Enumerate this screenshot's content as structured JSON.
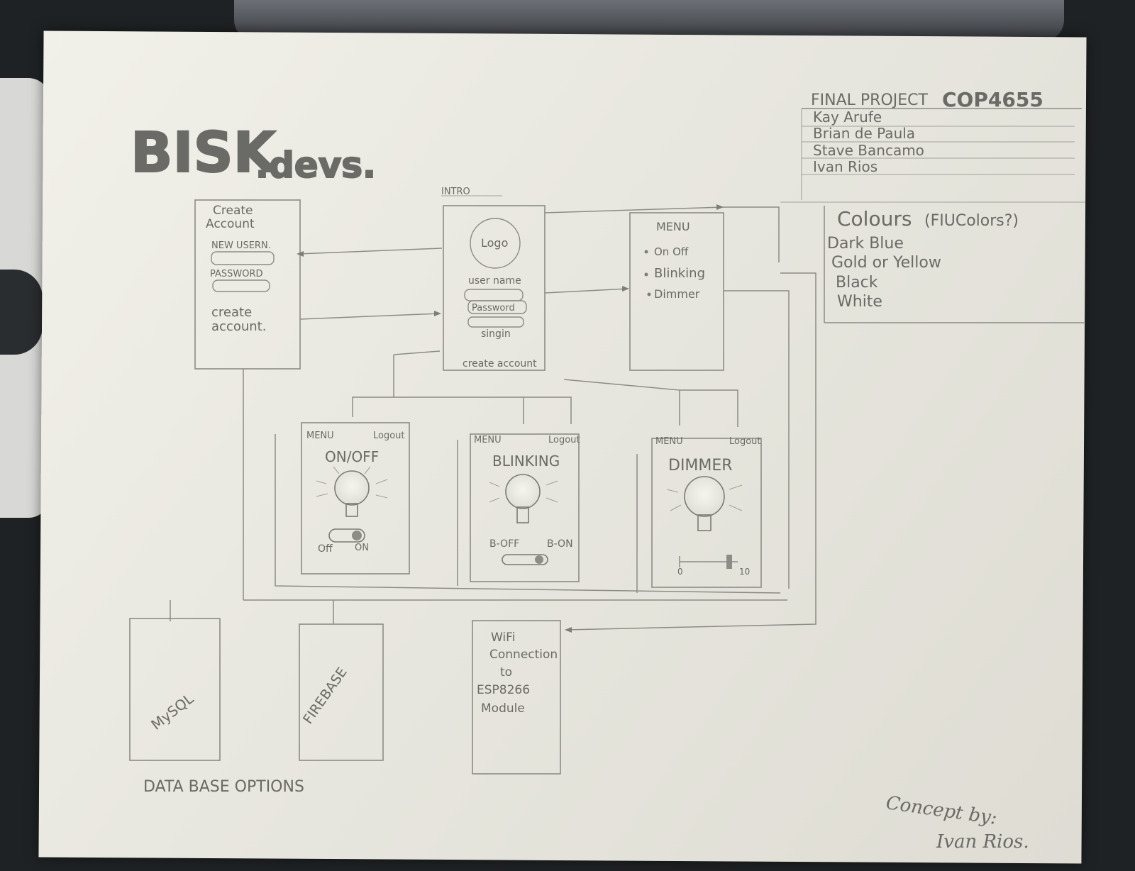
{
  "logo": {
    "brand": "BISK",
    "suffix": ".devs."
  },
  "project": {
    "title": "FINAL PROJECT",
    "course": "COP4655",
    "members": [
      "Kay Arufe",
      "Brian de Paula",
      "Stave Bancamo",
      "Ivan Rios"
    ]
  },
  "colours": {
    "heading": "Colours",
    "note": "(FIUColors?)",
    "items": [
      "Dark Blue",
      "Gold or Yellow",
      "Black",
      "White"
    ]
  },
  "intro": {
    "label": "INTRO",
    "logo": "Logo",
    "username": "user name",
    "password": "Password",
    "signin": "singin",
    "create": "create account"
  },
  "create_account": {
    "title_1": "Create",
    "title_2": "Account",
    "new_user": "NEW USERN.",
    "password": "PASSWORD",
    "button_1": "create",
    "button_2": "account."
  },
  "menu": {
    "title": "MENU",
    "items": [
      "On Off",
      "Blinking",
      "Dimmer"
    ]
  },
  "screens": {
    "menu_label": "MENU",
    "logout_label": "Logout",
    "onoff": {
      "title": "ON/OFF",
      "off": "Off",
      "on": "ON"
    },
    "blinking": {
      "title": "BLINKING",
      "off": "B-OFF",
      "on": "B-ON"
    },
    "dimmer": {
      "title": "DIMMER",
      "min": "0",
      "max": "10"
    }
  },
  "database": {
    "mysql": "MySQL",
    "firebase": "FIREBASE",
    "caption": "DATA BASE OPTIONS"
  },
  "wifi": [
    "WiFi",
    "Connection",
    "to",
    "ESP8266",
    "Module"
  ],
  "credit": {
    "line1": "Concept by:",
    "line2": "Ivan Rios."
  }
}
